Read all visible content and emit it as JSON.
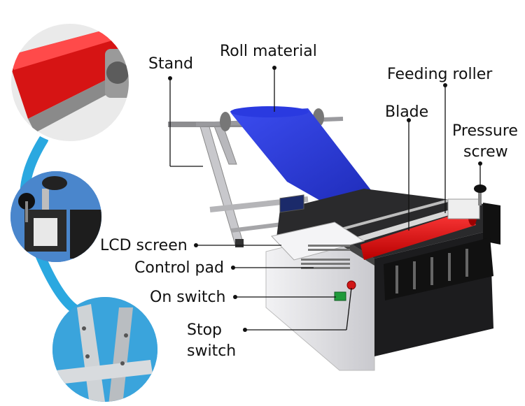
{
  "labels": {
    "stand": "Stand",
    "roll_material": "Roll material",
    "feeding_roller": "Feeding roller",
    "blade": "Blade",
    "pressure_screw_line1": "Pressure",
    "pressure_screw_line2": "screw",
    "lcd_screen": "LCD screen",
    "control_pad": "Control pad",
    "on_switch": "On switch",
    "stop_switch_line1": "Stop",
    "stop_switch_line2": "switch"
  },
  "colors": {
    "roll_blue": "#1f2fd0",
    "feeding_roller_red": "#e01010",
    "connector_arc": "#2aa8e0",
    "machine_body": "#e8e8ea",
    "machine_dark": "#1a1a1a"
  },
  "icons": [
    "detail-circle-red-roller",
    "detail-circle-pressure-knob",
    "detail-circle-blades"
  ]
}
